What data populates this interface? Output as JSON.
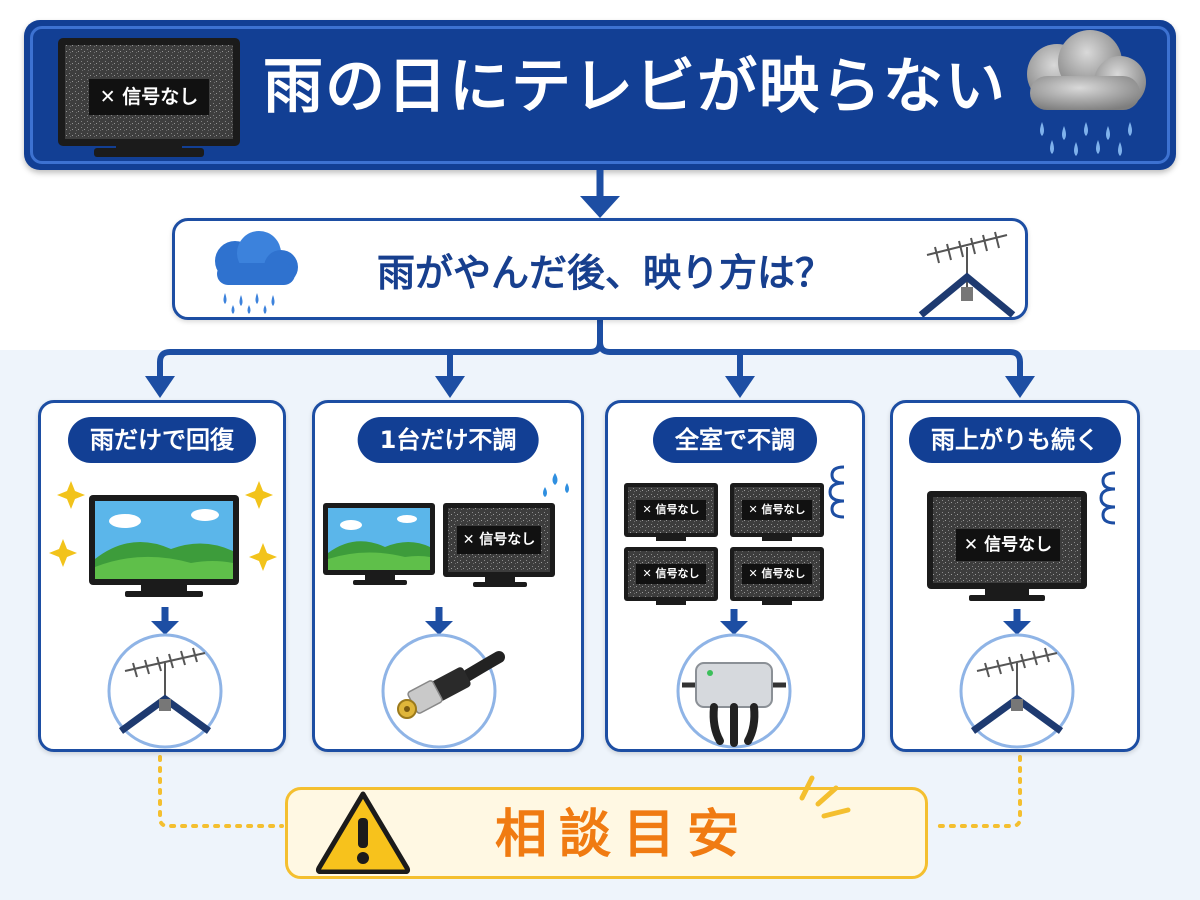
{
  "title": "雨の日にテレビが映らない",
  "question": "雨がやんだ後、映り方は？",
  "no_signal": "✕ 信号なし",
  "cases": [
    {
      "label": "雨だけで回復"
    },
    {
      "label": "1台だけ不調"
    },
    {
      "label": "全室で不調"
    },
    {
      "label": "雨上がりも続く"
    }
  ],
  "conclusion": "相談目安",
  "icons": {
    "banner_left": "tv-no-signal-icon",
    "banner_right": "rain-cloud-icon",
    "question_left": "rain-cloud-icon",
    "question_right": "roof-antenna-icon",
    "card1_top": "tv-clear-picture-icon",
    "card1_bottom": "antenna-icon",
    "card2_top": "tv-pair-icon",
    "card2_bottom": "coax-cable-icon",
    "card3_top": "four-tv-no-signal-icon",
    "card3_bottom": "signal-splitter-icon",
    "card4_top": "tv-no-signal-icon",
    "card4_bottom": "antenna-icon",
    "bottom_left": "warning-icon"
  },
  "colors": {
    "navy": "#123f94",
    "accent_orange": "#f07b12",
    "accent_yellow": "#f4bf2f"
  }
}
